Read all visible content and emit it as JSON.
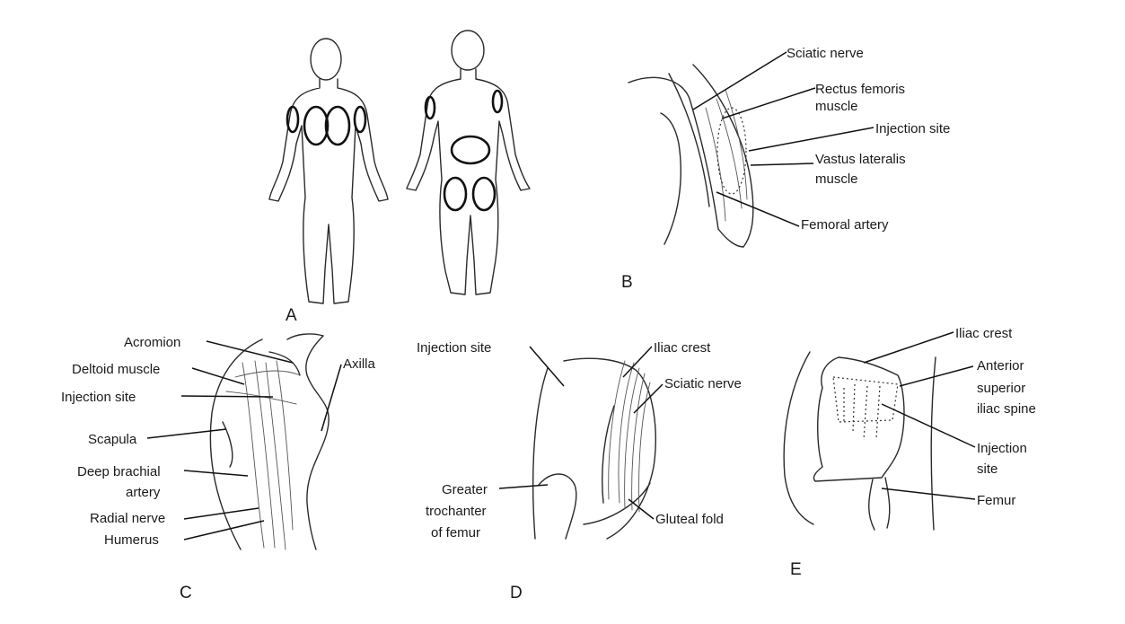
{
  "panels": {
    "a": {
      "letter": "A"
    },
    "b": {
      "letter": "B",
      "labels": {
        "sciatic_nerve": "Sciatic nerve",
        "rectus_femoris_1": "Rectus femoris",
        "rectus_femoris_2": "muscle",
        "injection_site": "Injection site",
        "vastus_lateralis_1": "Vastus lateralis",
        "vastus_lateralis_2": "muscle",
        "femoral_artery": "Femoral artery"
      }
    },
    "c": {
      "letter": "C",
      "labels": {
        "acromion": "Acromion",
        "deltoid_muscle": "Deltoid muscle",
        "injection_site": "Injection site",
        "scapula": "Scapula",
        "deep_brachial_1": "Deep brachial",
        "deep_brachial_2": "artery",
        "radial_nerve": "Radial nerve",
        "humerus": "Humerus",
        "axilla": "Axilla"
      }
    },
    "d": {
      "letter": "D",
      "labels": {
        "injection_site": "Injection site",
        "iliac_crest": "Iliac crest",
        "sciatic_nerve": "Sciatic nerve",
        "greater_trochanter_1": "Greater",
        "greater_trochanter_2": "trochanter",
        "greater_trochanter_3": "of femur",
        "gluteal_fold": "Gluteal fold"
      }
    },
    "e": {
      "letter": "E",
      "labels": {
        "iliac_crest": "Iliac crest",
        "anterior_1": "Anterior",
        "anterior_2": "superior",
        "anterior_3": "iliac spine",
        "injection_1": "Injection",
        "injection_2": "site",
        "femur": "Femur"
      }
    }
  }
}
